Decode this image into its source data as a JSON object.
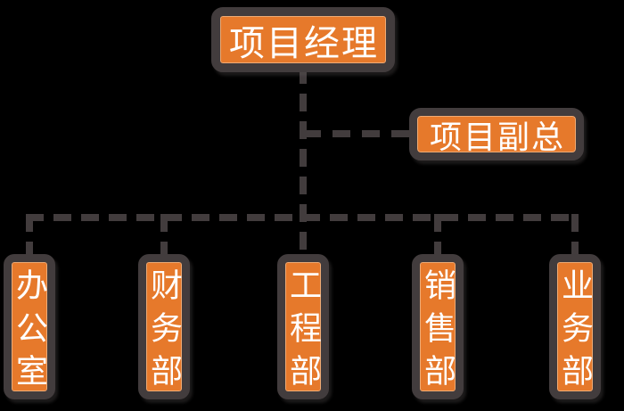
{
  "diagram": {
    "type": "org-chart",
    "root": {
      "label": "项目经理"
    },
    "assistant": {
      "label": "项目副总"
    },
    "departments": [
      {
        "label": "办公室"
      },
      {
        "label": "财务部"
      },
      {
        "label": "工程部"
      },
      {
        "label": "销售部"
      },
      {
        "label": "业务部"
      }
    ],
    "colors": {
      "background": "#000000",
      "node_fill": "#E6792B",
      "node_border": "#423C3D",
      "connector": "#423C3D",
      "label_text": "#FFFFFF"
    },
    "connector_style": "dashed"
  }
}
